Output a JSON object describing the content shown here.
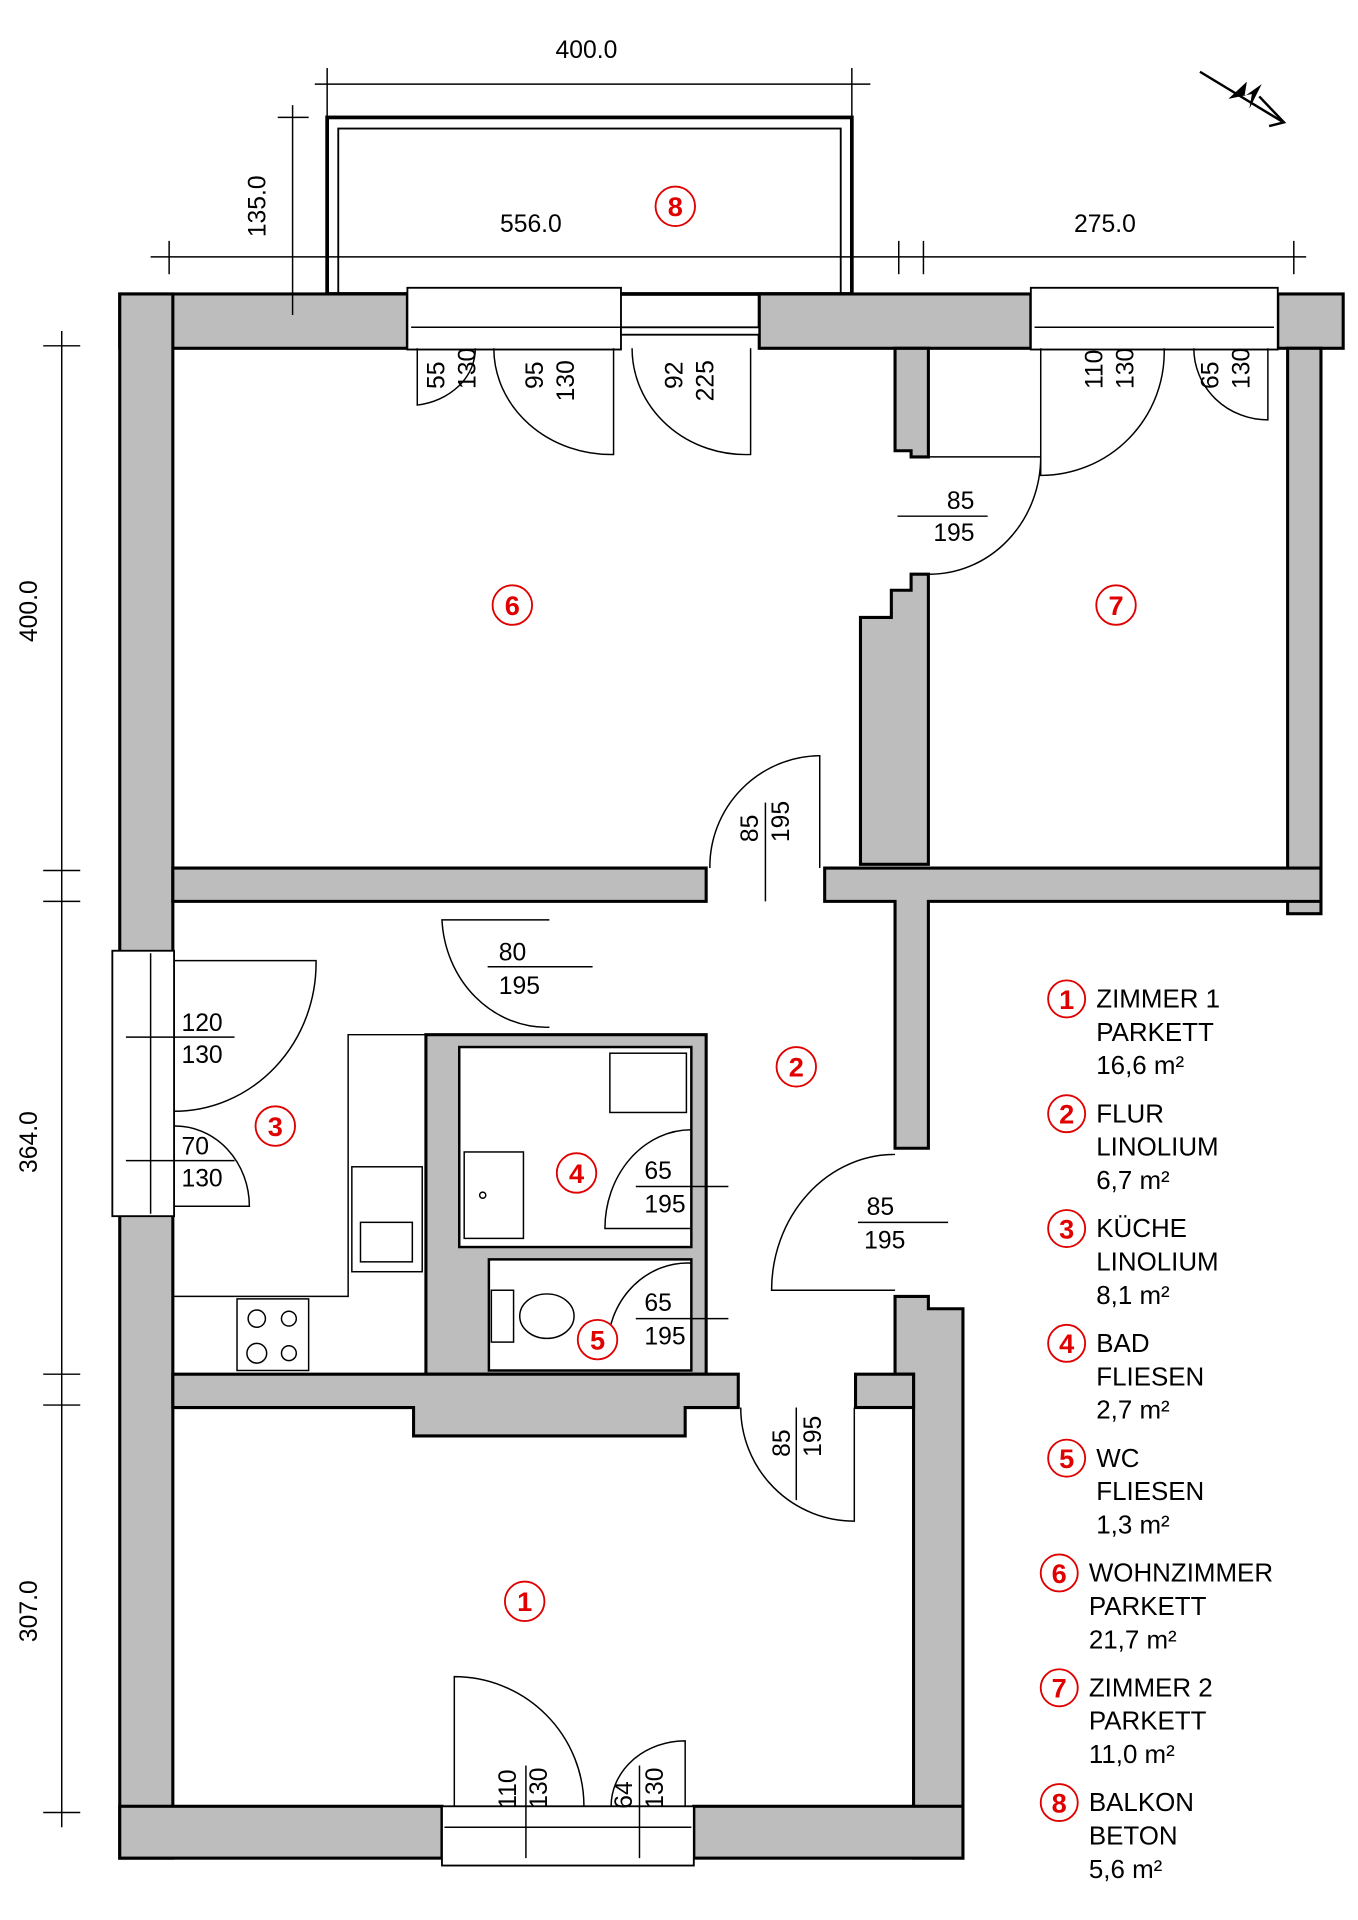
{
  "dimensions": {
    "balcony_width": "400.0",
    "balcony_depth": "135.0",
    "top_left": "556.0",
    "top_right": "275.0",
    "left_top": "400.0",
    "left_middle": "364.0",
    "left_bottom": "307.0"
  },
  "openings": [
    {
      "w": "55",
      "h": "130"
    },
    {
      "w": "95",
      "h": "130"
    },
    {
      "w": "92",
      "h": "225"
    },
    {
      "w": "110",
      "h": "130"
    },
    {
      "w": "65",
      "h": "130"
    },
    {
      "w": "85",
      "h": "195"
    },
    {
      "w": "85",
      "h": "195"
    },
    {
      "w": "80",
      "h": "195"
    },
    {
      "w": "120",
      "h": "130"
    },
    {
      "w": "70",
      "h": "130"
    },
    {
      "w": "65",
      "h": "195"
    },
    {
      "w": "65",
      "h": "195"
    },
    {
      "w": "85",
      "h": "195"
    },
    {
      "w": "85",
      "h": "195"
    },
    {
      "w": "110",
      "h": "130"
    },
    {
      "w": "64",
      "h": "130"
    }
  ],
  "room_markers": [
    "1",
    "2",
    "3",
    "4",
    "5",
    "6",
    "7",
    "8"
  ],
  "legend": [
    {
      "num": "1",
      "name": "ZIMMER 1",
      "floor": "PARKETT",
      "area": "16,6 m²"
    },
    {
      "num": "2",
      "name": "FLUR",
      "floor": "LINOLIUM",
      "area": "6,7 m²"
    },
    {
      "num": "3",
      "name": "KÜCHE",
      "floor": "LINOLIUM",
      "area": "8,1 m²"
    },
    {
      "num": "4",
      "name": "BAD",
      "floor": "FLIESEN",
      "area": "2,7 m²"
    },
    {
      "num": "5",
      "name": "WC",
      "floor": "FLIESEN",
      "area": "1,3 m²"
    },
    {
      "num": "6",
      "name": "WOHNZIMMER",
      "floor": "PARKETT",
      "area": "21,7 m²"
    },
    {
      "num": "7",
      "name": "ZIMMER 2",
      "floor": "PARKETT",
      "area": "11,0 m²"
    },
    {
      "num": "8",
      "name": "BALKON",
      "floor": "BETON",
      "area": "5,6 m²"
    }
  ],
  "colors": {
    "wall": "#bdbdbd",
    "marker": "#e00000"
  }
}
